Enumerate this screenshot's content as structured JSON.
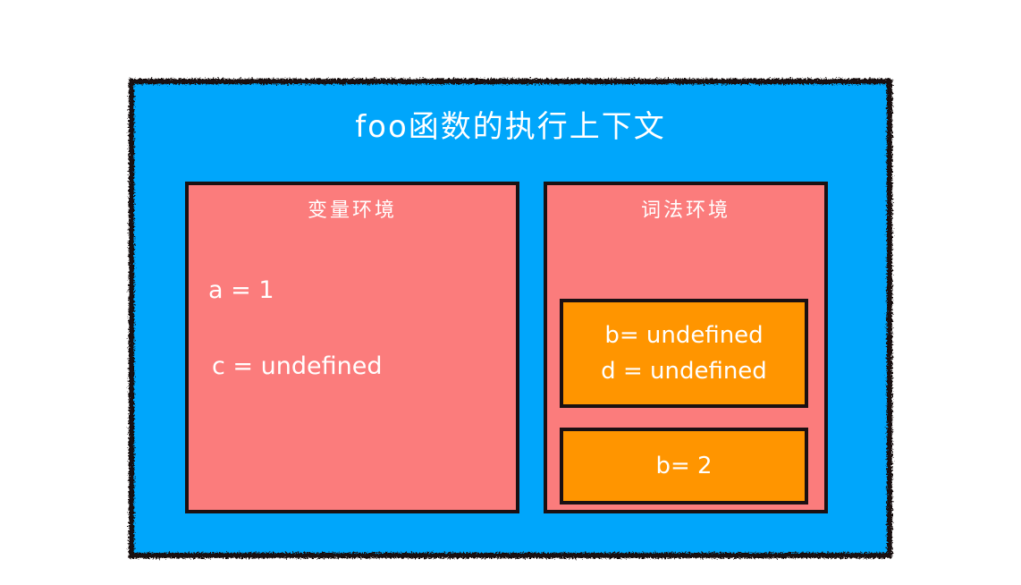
{
  "diagram": {
    "title": "foo函数的执行上下文",
    "colors": {
      "context_background": "#00a6fb",
      "environment_background": "#fb7c7c",
      "binding_background": "#ff9500",
      "border": "#1a1012",
      "text": "#ffffff",
      "page_background": "#ffffff"
    },
    "panels": [
      {
        "name": "variable-environment",
        "title": "变量环境",
        "entries": [
          {
            "text": "a = 1"
          },
          {
            "text": "c = undefined"
          }
        ]
      },
      {
        "name": "lexical-environment",
        "title": "词法环境",
        "boxes": [
          {
            "name": "lexical-binding-initial",
            "lines": [
              {
                "text": "b= undefined"
              },
              {
                "text": "d = undefined"
              }
            ]
          },
          {
            "name": "lexical-binding-updated",
            "lines": [
              {
                "text": "b= 2"
              }
            ]
          }
        ]
      }
    ]
  }
}
